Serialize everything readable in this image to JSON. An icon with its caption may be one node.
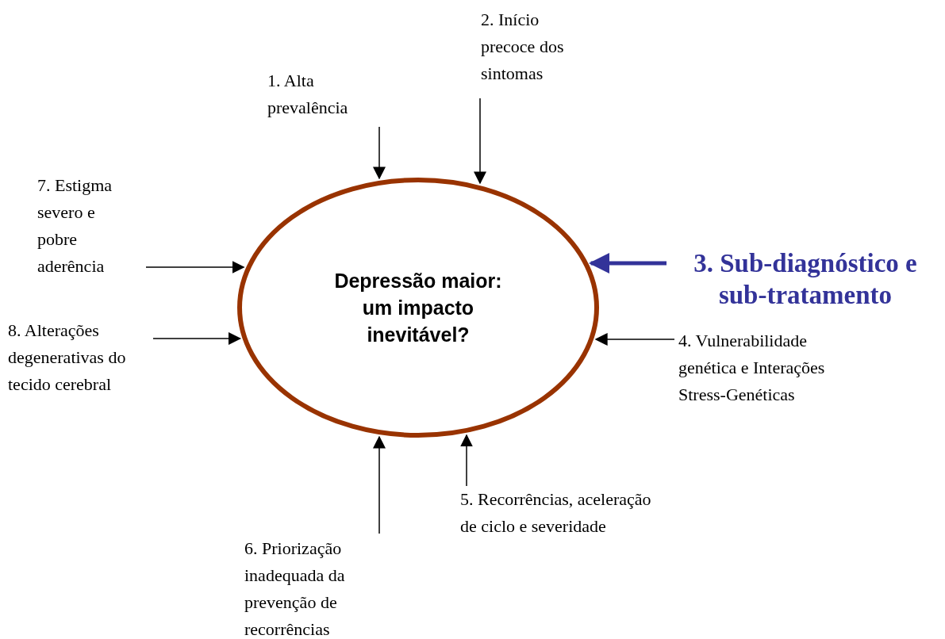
{
  "diagram": {
    "nodes": [
      {
        "text": [
          "Depressão maior: um impacto inevitável?"
        ]
      },
      {
        "text": [
          "1. Alta prevalência"
        ]
      },
      {
        "text": [
          "2. Início precoce dos sintomas"
        ]
      },
      {
        "text": [
          "3. Sub-diagnóstico e sub-tratamento"
        ]
      },
      {
        "text": [
          "4. Vulnerabilidade genética e Interações Stress-Genéticas"
        ]
      },
      {
        "text": [
          "5. Recorrências, aceleração de ciclo e severidade"
        ]
      },
      {
        "text": [
          "6. Priorização inadequada da prevenção de recorrências"
        ]
      },
      {
        "text": [
          "7. Estigma severo e pobre aderência"
        ]
      },
      {
        "text": [
          "8. Alterações degenerativas do tecido cerebral"
        ]
      }
    ],
    "edges": [
      {
        "from": 1,
        "to": 0,
        "arrow": "to"
      },
      {
        "from": 2,
        "to": 0,
        "arrow": "to"
      },
      {
        "from": 3,
        "to": 0,
        "arrow": "to",
        "style": "thick",
        "color": "#333399"
      },
      {
        "from": 4,
        "to": 0,
        "arrow": "to"
      },
      {
        "from": 5,
        "to": 0,
        "arrow": "to"
      },
      {
        "from": 6,
        "to": 0,
        "arrow": "to"
      },
      {
        "from": 7,
        "to": 0,
        "arrow": "to"
      },
      {
        "from": 8,
        "to": 0,
        "arrow": "to"
      }
    ]
  }
}
